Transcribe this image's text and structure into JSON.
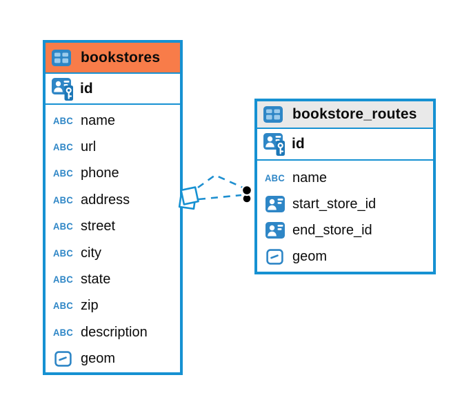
{
  "canvas": {
    "background": "#ffffff"
  },
  "colors": {
    "table_border": "#1691d2",
    "bookstores_header": "#f87c49",
    "routes_header": "#e9e9e9",
    "icon_blue": "#2e86c6",
    "icon_key_badge_blue": "#1c77b7",
    "icon_cell_light": "#9ccbec",
    "relationship_line": "#1691d2",
    "relationship_endpoint_dot": "#000000",
    "text": "#0b0b0b"
  },
  "icons": {
    "table_glyph": "table-grid-icon",
    "primary_key_glyph": "person-key-icon",
    "foreign_key_glyph": "person-card-icon",
    "text_type_glyph": "ABC",
    "geometry_glyph": "geometry-square-icon"
  },
  "tables": [
    {
      "name": "bookstores",
      "primary_key": {
        "name": "id"
      },
      "columns": [
        {
          "name": "name"
        },
        {
          "name": "url"
        },
        {
          "name": "phone"
        },
        {
          "name": "address"
        },
        {
          "name": "street"
        },
        {
          "name": "city"
        },
        {
          "name": "state"
        },
        {
          "name": "zip"
        },
        {
          "name": "description"
        },
        {
          "name": "geom"
        }
      ]
    },
    {
      "name": "bookstore_routes",
      "primary_key": {
        "name": "id"
      },
      "columns": [
        {
          "name": "name"
        },
        {
          "name": "start_store_id"
        },
        {
          "name": "end_store_id"
        },
        {
          "name": "geom"
        }
      ]
    }
  ],
  "relationships": {
    "from_table": "bookstore_routes",
    "to_table": "bookstores",
    "line_count": 2,
    "style": "dashed"
  }
}
